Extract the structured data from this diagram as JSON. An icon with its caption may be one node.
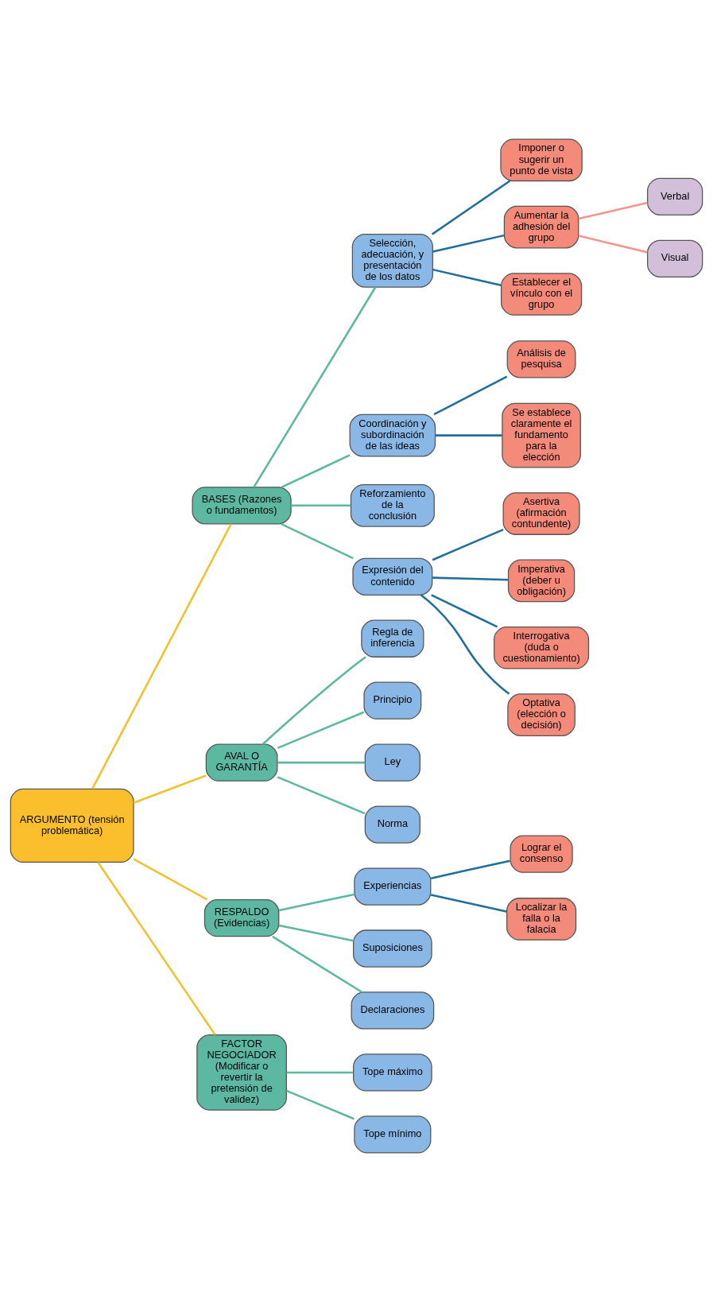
{
  "diagram": {
    "nodes": [
      {
        "text": [
          "ARGUMENTO (tensión problemática)"
        ]
      },
      {
        "text": [
          "BASES (Razones o fundamentos)"
        ]
      },
      {
        "text": [
          "Selección, adecuación, y presentación de los datos"
        ]
      },
      {
        "text": [
          "Imponer o sugerir un punto de vista"
        ]
      },
      {
        "text": [
          "Aumentar la adhesión del grupo"
        ]
      },
      {
        "text": [
          "Establecer el vínculo con el grupo"
        ]
      },
      {
        "text": [
          "Verbal"
        ]
      },
      {
        "text": [
          "Visual"
        ]
      },
      {
        "text": [
          "Coordinación y subordinación de las ideas"
        ]
      },
      {
        "text": [
          "Análisis de pesquisa"
        ]
      },
      {
        "text": [
          "Se establece claramente el fundamento para la elección"
        ]
      },
      {
        "text": [
          "Reforzamiento de la conclusión"
        ]
      },
      {
        "text": [
          "Expresión del contenido"
        ]
      },
      {
        "text": [
          "Asertiva (afirmación contundente)"
        ]
      },
      {
        "text": [
          "Imperativa (deber u obligación)"
        ]
      },
      {
        "text": [
          "Interrogativa (duda o cuestionamiento)"
        ]
      },
      {
        "text": [
          "Optativa (elección o decisión)"
        ]
      },
      {
        "text": [
          "AVAL O GARANTÍA"
        ]
      },
      {
        "text": [
          "Regla de inferencia"
        ]
      },
      {
        "text": [
          "Principio"
        ]
      },
      {
        "text": [
          "Ley"
        ]
      },
      {
        "text": [
          "Norma"
        ]
      },
      {
        "text": [
          "RESPALDO (Evidencias)"
        ]
      },
      {
        "text": [
          "Experiencias"
        ]
      },
      {
        "text": [
          "Lograr el consenso"
        ]
      },
      {
        "text": [
          "Localizar la falla o la falacia"
        ]
      },
      {
        "text": [
          "Suposiciones"
        ]
      },
      {
        "text": [
          "Declaraciones"
        ]
      },
      {
        "text": [
          "FACTOR NEGOCIADOR (Modificar o revertir la pretensión de validez)"
        ]
      },
      {
        "text": [
          "Tope máximo"
        ]
      },
      {
        "text": [
          "Tope mínimo"
        ]
      }
    ],
    "edges": [
      {
        "from": 0,
        "to": 1,
        "arrow": "none",
        "color": "#f2c12e"
      },
      {
        "from": 0,
        "to": 17,
        "arrow": "none",
        "color": "#f2c12e"
      },
      {
        "from": 0,
        "to": 22,
        "arrow": "none",
        "color": "#f2c12e"
      },
      {
        "from": 0,
        "to": 28,
        "arrow": "none",
        "color": "#f2c12e"
      },
      {
        "from": 1,
        "to": 2,
        "arrow": "none"
      },
      {
        "from": 1,
        "to": 8,
        "arrow": "none"
      },
      {
        "from": 1,
        "to": 11,
        "arrow": "none"
      },
      {
        "from": 1,
        "to": 12,
        "arrow": "none"
      },
      {
        "from": 2,
        "to": 3,
        "arrow": "none",
        "color": "#1f6e9c"
      },
      {
        "from": 2,
        "to": 4,
        "arrow": "none",
        "color": "#1f6e9c"
      },
      {
        "from": 2,
        "to": 5,
        "arrow": "none",
        "color": "#1f6e9c"
      },
      {
        "from": 4,
        "to": 6,
        "arrow": "none",
        "color": "#f2958a"
      },
      {
        "from": 4,
        "to": 7,
        "arrow": "none",
        "color": "#f2958a"
      },
      {
        "from": 8,
        "to": 9,
        "arrow": "none",
        "color": "#1f6e9c"
      },
      {
        "from": 8,
        "to": 10,
        "arrow": "none",
        "color": "#1f6e9c"
      },
      {
        "from": 12,
        "to": 13,
        "arrow": "none",
        "color": "#1f6e9c"
      },
      {
        "from": 12,
        "to": 14,
        "arrow": "none",
        "color": "#1f6e9c"
      },
      {
        "from": 12,
        "to": 15,
        "arrow": "none",
        "color": "#1f6e9c"
      },
      {
        "from": 12,
        "to": 16,
        "arrow": "none",
        "color": "#1f6e9c"
      },
      {
        "from": 17,
        "to": 18,
        "arrow": "none"
      },
      {
        "from": 17,
        "to": 19,
        "arrow": "none"
      },
      {
        "from": 17,
        "to": 20,
        "arrow": "none"
      },
      {
        "from": 17,
        "to": 21,
        "arrow": "none"
      },
      {
        "from": 22,
        "to": 23,
        "arrow": "none"
      },
      {
        "from": 22,
        "to": 26,
        "arrow": "none"
      },
      {
        "from": 22,
        "to": 27,
        "arrow": "none"
      },
      {
        "from": 23,
        "to": 24,
        "arrow": "none",
        "color": "#1f6e9c"
      },
      {
        "from": 23,
        "to": 25,
        "arrow": "none",
        "color": "#1f6e9c"
      },
      {
        "from": 28,
        "to": 29,
        "arrow": "none"
      },
      {
        "from": 28,
        "to": 30,
        "arrow": "none"
      }
    ]
  }
}
